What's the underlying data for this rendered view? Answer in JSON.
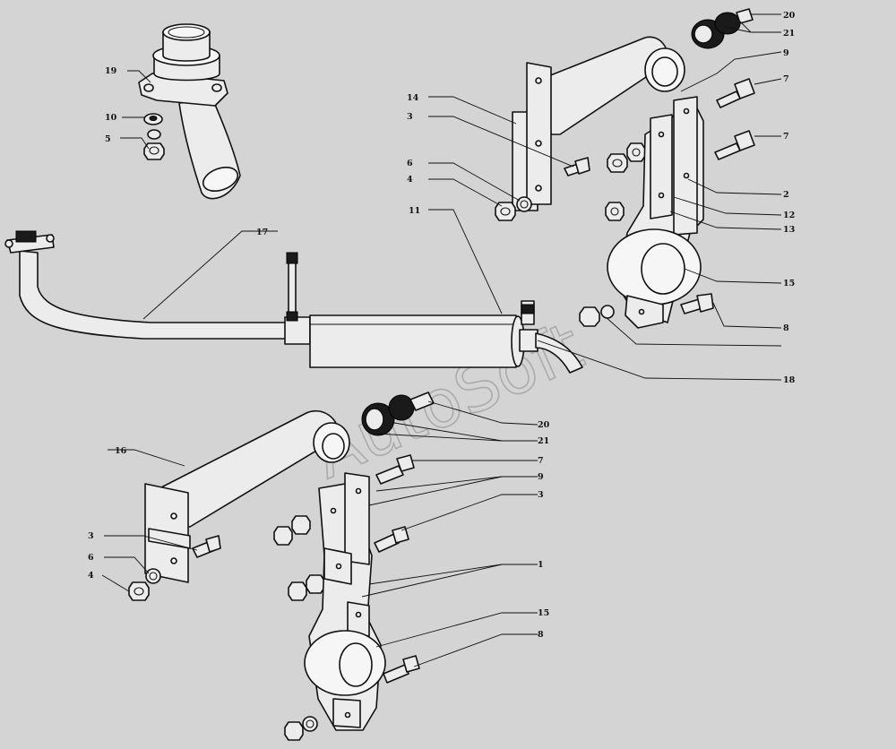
{
  "watermark": "AutoSoft",
  "callouts": {
    "c20a": "20",
    "c21a": "21",
    "c9a": "9",
    "c7a": "7",
    "c7b": "7",
    "c19": "19",
    "c10": "10",
    "c5": "5",
    "c14": "14",
    "c3a": "3",
    "c6a": "6",
    "c4a": "4",
    "c2": "2",
    "c12": "12",
    "c13": "13",
    "c15a": "15",
    "c8a": "8",
    "c17": "17",
    "c11": "11",
    "c18": "18",
    "c20b": "20",
    "c21b": "21",
    "c16": "16",
    "c7c": "7",
    "c9b": "9",
    "c3b": "3",
    "c3c": "3",
    "c6b": "6",
    "c4b": "4",
    "c1": "1",
    "c15b": "15",
    "c8b": "8"
  }
}
